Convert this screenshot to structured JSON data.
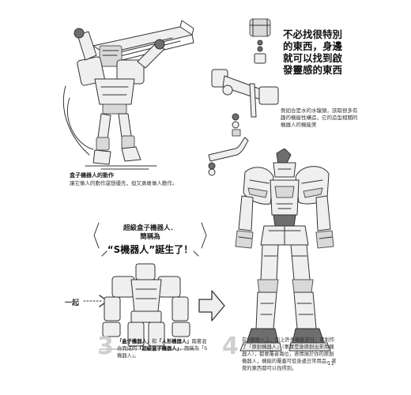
{
  "callout": {
    "title": "不必找很特別的東西，身邊就可以找到啟發靈感的東西",
    "note": "例如合是水的水龍頭，該取很多有趣的機能性構造，它的造型相關的機器人的機能美"
  },
  "caption_left": {
    "title": "盒子機器人的動作",
    "text": "讓它像人的動作還想優先，但又勇敢做人動作。"
  },
  "banner": {
    "line1": "超級盒子機器人．",
    "line2": "簡稱為",
    "big": "“S機器人”誕生了！"
  },
  "arrow_label": "一起",
  "step3": {
    "number": "3",
    "part1": "「盒子機器人」",
    "part2": "和",
    "part3": "「人形機器人」",
    "part4": "踏著混合而成的",
    "part5": "「超級盒子機器人」",
    "part6": "，簡稱為「S機器人」。"
  },
  "step4": {
    "number": "4",
    "text": "在S機器人上，加上許多機能部分，就創作了「原創機器人」（事實是誰原創出來用機器人），都要覆者兩位，表情展於你的原創機器人，機能的覆蓋可從身邊日常用品，甚覺的東西都可以找得到。"
  },
  "page_number": "11"
}
